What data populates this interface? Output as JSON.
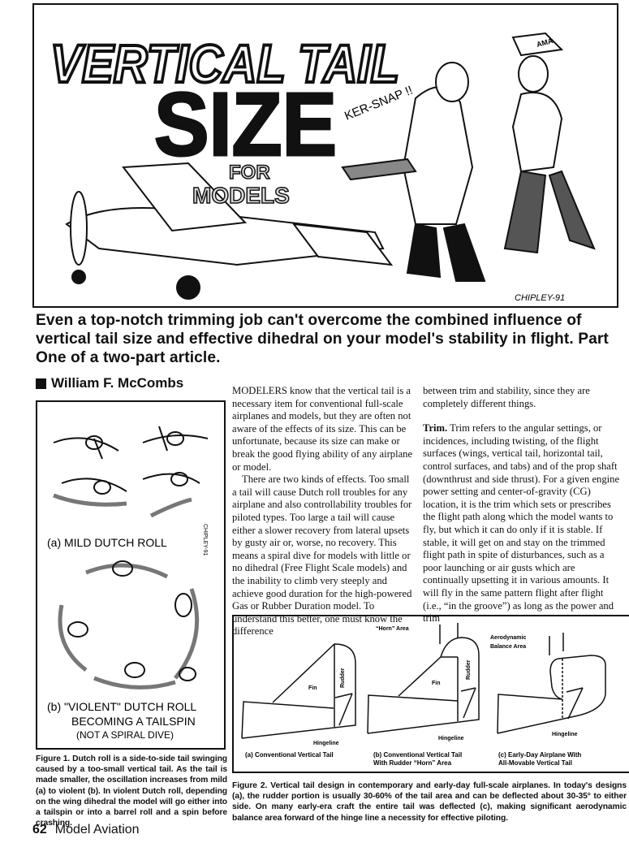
{
  "cartoon": {
    "title_line1": "VERTICAL TAIL",
    "title_line2": "SIZE",
    "title_line3a": "FOR",
    "title_line3b": "MODELS",
    "sound_effect": "KER-SNAP !!",
    "cap_text": "AMA",
    "signature": "CHIPLEY-91"
  },
  "headline": "Even a top-notch trimming job can't overcome the combined influence of vertical tail size and effective dihedral on your model's stability in flight. Part One of a two-part article.",
  "author": "William F. McCombs",
  "body": {
    "col1": [
      "MODELERS know that the vertical tail is a necessary item for conventional full-scale airplanes and models, but they are often not aware of the effects of its size. This can be unfortunate, because its size can make or break the good flying ability of any airplane or model.",
      "There are two kinds of effects. Too small a tail will cause Dutch roll troubles for any airplane and also controllability troubles for piloted types. Too large a tail will cause either a slower recovery from lateral upsets by gusty air or, worse, no recovery. This means a spiral dive for models with little or no dihedral (Free Flight Scale models) and the inability to climb very steeply and achieve good duration for the high-powered Gas or Rubber Duration model. To understand this better, one must know the difference"
    ],
    "col2_intro": "between trim and stability, since they are completely different things.",
    "col2_heading": "Trim.",
    "col2_text": "Trim refers to the angular settings, or incidences, including twisting, of the flight surfaces (wings, vertical tail, horizontal tail, control surfaces, and tabs) and of the prop shaft (downthrust and side thrust). For a given engine power setting and center-of-gravity (CG) location, it is the trim which sets or prescribes the flight path along which the model wants to fly, but which it can do only if it is stable. If stable, it will get on and stay on the trimmed flight path in spite of disturbances, such as a poor launching or air gusts which are continually upsetting it in various amounts. It will fly in the same pattern flight after flight (i.e., “in the groove”) as long as the power and trim"
  },
  "figure1": {
    "label_a": "(a) MILD DUTCH ROLL",
    "label_b1": "(b) \"VIOLENT\" DUTCH ROLL",
    "label_b2": "BECOMING A TAILSPIN",
    "label_b3": "(NOT A SPIRAL DIVE)",
    "signature": "CHIPLEY-91",
    "caption": "Figure 1. Dutch roll is a side-to-side tail swinging caused by a too-small vertical tail. As the tail is made smaller, the oscillation increases from mild (a) to violent (b). In violent Dutch roll, depending on the wing dihedral the model will go either into a tailspin or into a barrel roll and a spin before crashing."
  },
  "figure2": {
    "fin": "Fin",
    "rudder": "Rudder",
    "hingeline": "Hingeline",
    "horn_area": "“Horn” Area",
    "balance_area_1": "Aerodynamic",
    "balance_area_2": "Balance Area",
    "sub_a": "(a) Conventional Vertical Tail",
    "sub_b1": "(b) Conventional Vertical Tail",
    "sub_b2": "With Rudder “Horn” Area",
    "sub_c1": "(c) Early-Day Airplane With",
    "sub_c2": "All-Movable Vertical Tail",
    "caption": "Figure 2. Vertical tail design in contemporary and early-day full-scale airplanes. In today's designs (a), the rudder portion is usually 30-60% of the tail area and can be deflected about 30-35° to either side. On many early-era craft the entire tail was deflected (c), making significant aerodynamic balance area forward of the hinge line a necessity for effective piloting."
  },
  "footer": {
    "page_number": "62",
    "magazine": "Model Aviation"
  }
}
